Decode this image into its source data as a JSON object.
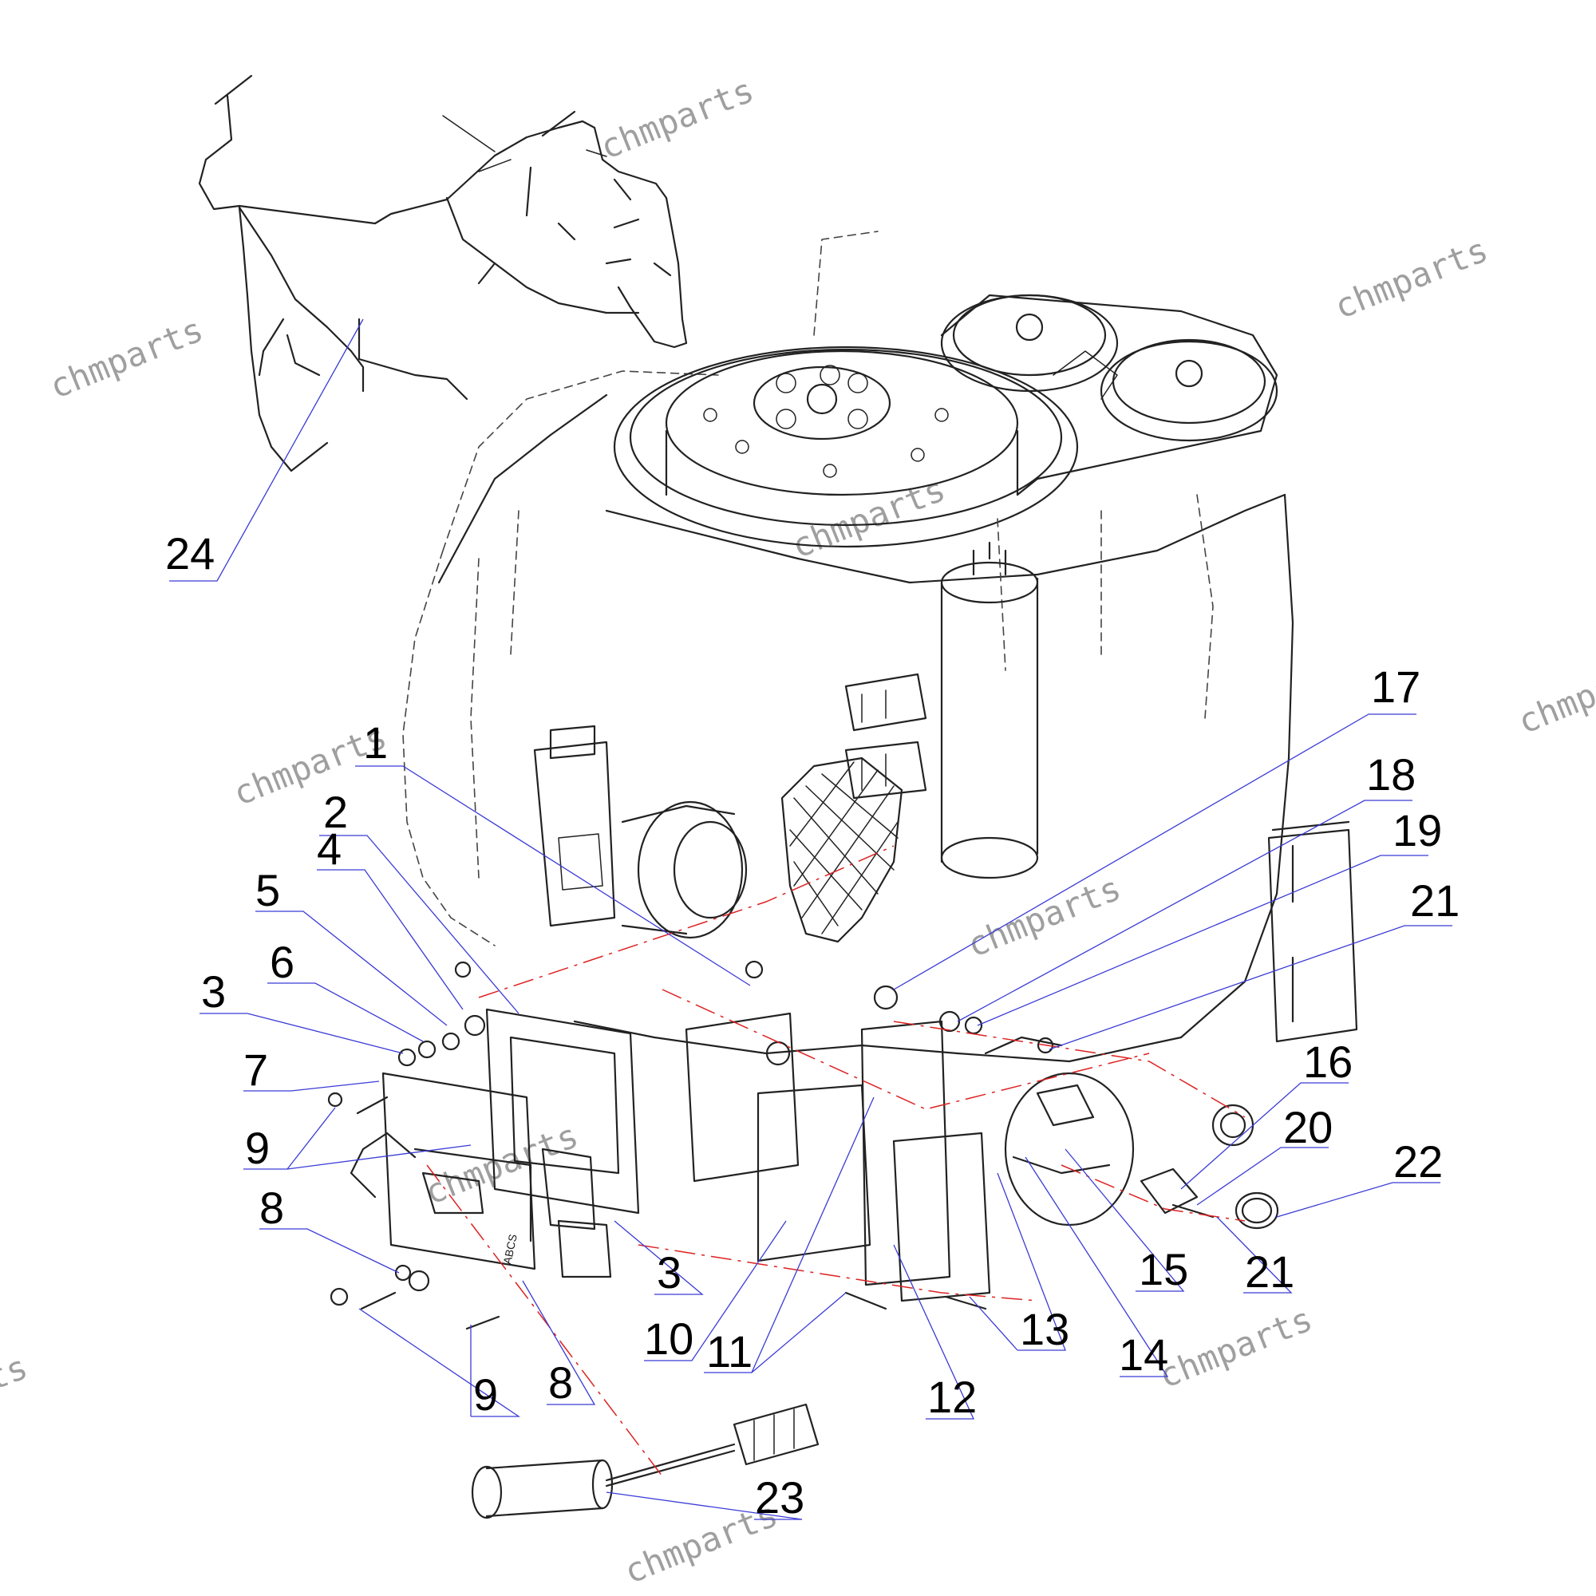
{
  "figure": {
    "callouts": [
      "24",
      "1",
      "2",
      "5",
      "4",
      "6",
      "3",
      "7",
      "9",
      "8",
      "17",
      "18",
      "19",
      "21",
      "16",
      "20",
      "22",
      "15",
      "13",
      "14",
      "12",
      "11",
      "10",
      "3",
      "9",
      "8",
      "23",
      "21"
    ],
    "part_markings": {
      "module_label": "ABCS"
    },
    "watermark": "chmparts",
    "colors": {
      "line": "#222222",
      "leader": "#3b3bd6",
      "hidden_line": "#dd2222",
      "watermark": "#8f8f8f"
    }
  }
}
